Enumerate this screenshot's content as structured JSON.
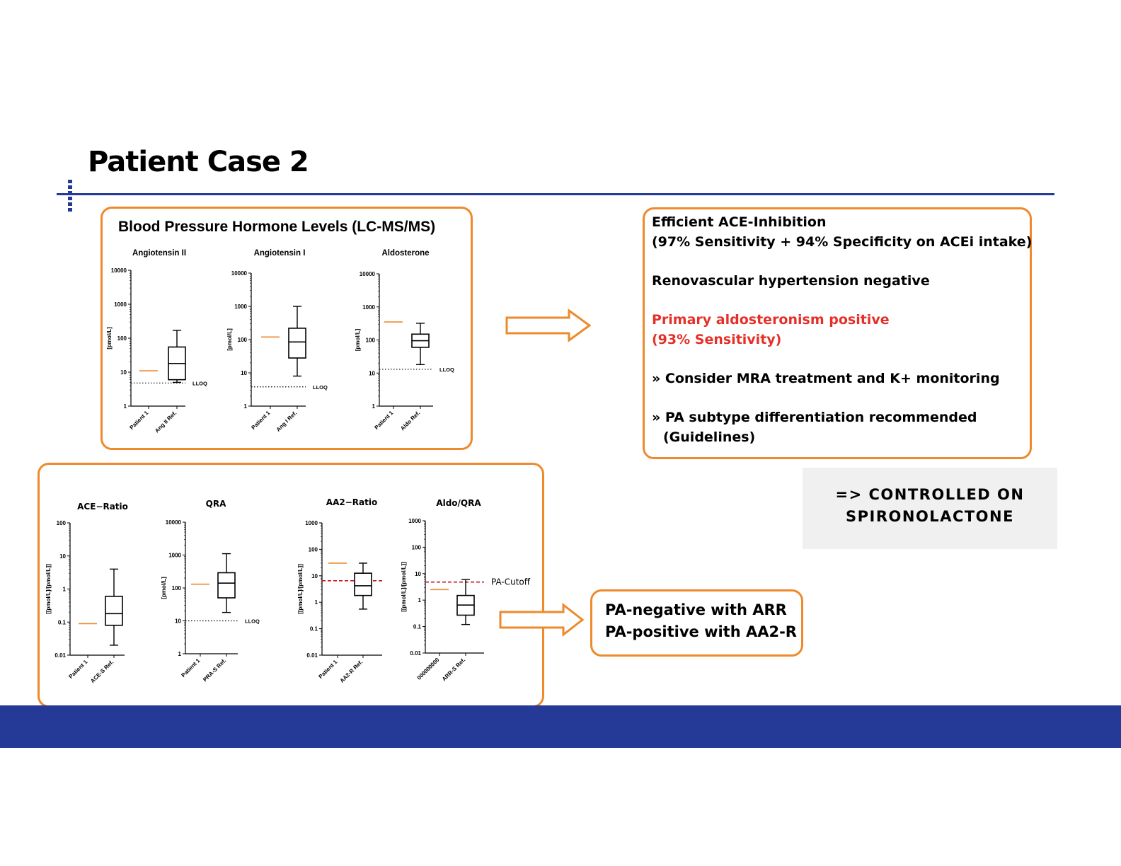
{
  "slide": {
    "title": "Patient Case 2"
  },
  "hormones_box": {
    "heading": "Blood Pressure Hormone Levels (LC-MS/MS)"
  },
  "findings": {
    "lines": [
      "Efficient ACE-Inhibition",
      "(97% Sensitivity + 94% Specificity on ACEi intake)",
      "Renovascular hypertension negative",
      "Primary aldosteronism positive",
      "(93% Sensitivity)",
      "» Consider MRA treatment and K+ monitoring",
      "» PA subtype differentiation recommended",
      "(Guidelines)"
    ]
  },
  "controlled": {
    "line1": "=> CONTROLLED ON",
    "line2": "SPIRONOLACTONE"
  },
  "pa_box": {
    "line1": "PA-negative with ARR",
    "line2": "PA-positive with AA2-R"
  },
  "colors": {
    "orange": "#ee8a2c",
    "navy": "#253a97",
    "red": "#e53029",
    "cutoff_red": "#c0171d",
    "grey": "#f0f0f0"
  },
  "chart_data": [
    {
      "type": "box",
      "title": "Angiotensin II",
      "ylabel": "[pmol/L]",
      "yscale": "log",
      "ylim": [
        1,
        10000
      ],
      "yticks": [
        "1",
        "10",
        "100",
        "1000",
        "10000"
      ],
      "categories": [
        "Patient 1",
        "Ang II Ref."
      ],
      "patient_value": 11,
      "box": {
        "min": 5,
        "q1": 6,
        "median": 18,
        "q3": 55,
        "max": 170
      },
      "reference_line": {
        "label": "LLOQ",
        "value": 4.8,
        "style": "dotted"
      }
    },
    {
      "type": "box",
      "title": "Angiotensin I",
      "ylabel": "[pmol/L]",
      "yscale": "log",
      "ylim": [
        1,
        10000
      ],
      "yticks": [
        "1",
        "10",
        "100",
        "1000",
        "10000"
      ],
      "categories": [
        "Patient 1",
        "Ang I Ref."
      ],
      "patient_value": 120,
      "box": {
        "min": 8,
        "q1": 28,
        "median": 85,
        "q3": 220,
        "max": 1000
      },
      "reference_line": {
        "label": "LLOQ",
        "value": 3.8,
        "style": "dotted"
      }
    },
    {
      "type": "box",
      "title": "Aldosterone",
      "ylabel": "[pmol/L]",
      "yscale": "log",
      "ylim": [
        1,
        10000
      ],
      "yticks": [
        "1",
        "10",
        "100",
        "1000",
        "10000"
      ],
      "categories": [
        "Patient 1",
        "Aldo Ref."
      ],
      "patient_value": 350,
      "box": {
        "min": 18,
        "q1": 60,
        "median": 95,
        "q3": 150,
        "max": 320
      },
      "reference_line": {
        "label": "LLOQ",
        "value": 13,
        "style": "dotted"
      }
    },
    {
      "type": "box",
      "title": "ACE−Ratio",
      "ylabel": "[[pmol/L]/[pmol/L]]",
      "yscale": "log",
      "ylim": [
        0.01,
        100
      ],
      "yticks": [
        "0.01",
        "0.1",
        "1",
        "10",
        "100"
      ],
      "categories": [
        "Patient 1",
        "ACE-S Ref."
      ],
      "patient_value": 0.09,
      "box": {
        "min": 0.02,
        "q1": 0.08,
        "median": 0.18,
        "q3": 0.6,
        "max": 4
      }
    },
    {
      "type": "box",
      "title": "QRA",
      "ylabel": "[pmol/L]",
      "yscale": "log",
      "ylim": [
        1,
        10000
      ],
      "yticks": [
        "1",
        "10",
        "100",
        "1000",
        "10000"
      ],
      "categories": [
        "Patient 1",
        "PRA-S Ref."
      ],
      "patient_value": 130,
      "box": {
        "min": 18,
        "q1": 50,
        "median": 140,
        "q3": 290,
        "max": 1100
      },
      "reference_line": {
        "label": "LLOQ",
        "value": 10,
        "style": "dotted"
      }
    },
    {
      "type": "box",
      "title": "AA2−Ratio",
      "ylabel": "[[pmol/L]/[pmol/L]]",
      "yscale": "log",
      "ylim": [
        0.01,
        1000
      ],
      "yticks": [
        "0.01",
        "0.1",
        "1",
        "10",
        "100",
        "1000"
      ],
      "categories": [
        "Patient 1",
        "AA2-R Ref."
      ],
      "patient_value": 30,
      "box": {
        "min": 0.55,
        "q1": 1.8,
        "median": 4.2,
        "q3": 12.5,
        "max": 30
      },
      "reference_line": {
        "label": "",
        "value": 6.5,
        "style": "dashed-red"
      }
    },
    {
      "type": "box",
      "title": "Aldo/QRA",
      "ylabel": "[[pmol/L]/[pmol/L]]",
      "yscale": "log",
      "ylim": [
        0.01,
        1000
      ],
      "yticks": [
        "0.01",
        "0.1",
        "1",
        "10",
        "100",
        "1000"
      ],
      "categories": [
        "000000000",
        "ARR-S Ref."
      ],
      "patient_value": 2.5,
      "box": {
        "min": 0.12,
        "q1": 0.27,
        "median": 0.65,
        "q3": 1.5,
        "max": 6
      },
      "reference_line": {
        "label": "PA-Cutoff",
        "value": 4.8,
        "style": "dashed-red"
      }
    }
  ]
}
